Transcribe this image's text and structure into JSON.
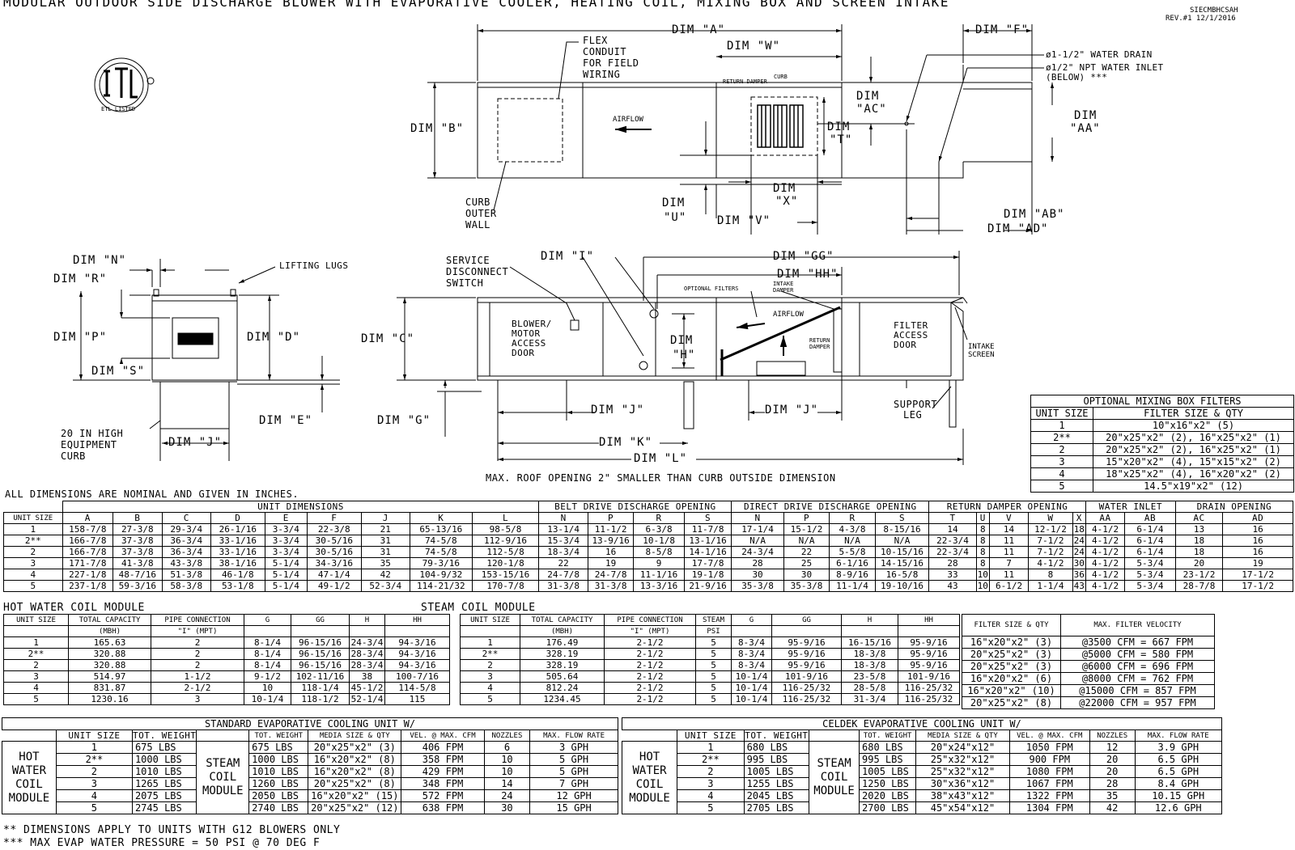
{
  "title": "MODULAR OUTDOOR SIDE DISCHARGE BLOWER WITH EVAPORATIVE COOLER, HEATING COIL, MIXING BOX AND SCREEN INTAKE",
  "doc_id": "SIECMBHCSAH",
  "revision": "REV.#1   12/1/2016",
  "logo_text": "ETL LISTED",
  "callouts": {
    "flex_conduit": [
      "FLEX",
      "CONDUIT",
      "FOR FIELD",
      "WIRING"
    ],
    "airflow": "AIRFLOW",
    "return_damper": "RETURN DAMPER",
    "curb": "CURB",
    "water_drain": "ø1-1/2\" WATER DRAIN",
    "water_inlet": [
      "ø1/2\" NPT WATER INLET",
      "(BELOW) ***"
    ],
    "curb_outer_wall": [
      "CURB",
      "OUTER",
      "WALL"
    ],
    "lifting_lugs": "LIFTING LUGS",
    "equipment_curb": [
      "20 IN HIGH",
      "EQUIPMENT",
      "CURB"
    ],
    "service_disconnect": [
      "SERVICE",
      "DISCONNECT",
      "SWITCH"
    ],
    "blower_door": [
      "BLOWER/",
      "MOTOR",
      "ACCESS",
      "DOOR"
    ],
    "optional_filters": "OPTIONAL FILTERS",
    "intake_damper": [
      "INTAKE",
      "DAMPER"
    ],
    "return_damper2": [
      "RETURN",
      "DAMPER"
    ],
    "filter_door": [
      "FILTER",
      "ACCESS",
      "DOOR"
    ],
    "intake_screen": [
      "INTAKE",
      "SCREEN"
    ],
    "support_leg": [
      "SUPPORT",
      "LEG"
    ],
    "roof_note": "MAX. ROOF OPENING 2\" SMALLER THAN CURB OUTSIDE DIMENSION"
  },
  "dims": {
    "A": "DIM \"A\"",
    "F": "DIM \"F\"",
    "W": "DIM \"W\"",
    "B": "DIM \"B\"",
    "AC": [
      "DIM",
      "\"AC\""
    ],
    "T": [
      "DIM",
      "\"T\""
    ],
    "AA": [
      "DIM",
      "\"AA\""
    ],
    "X": [
      "DIM",
      "\"X\""
    ],
    "U": [
      "DIM",
      "\"U\""
    ],
    "V": "DIM \"V\"",
    "AB": "DIM \"AB\"",
    "AD": "DIM \"AD\"",
    "N": "DIM \"N\"",
    "R": "DIM \"R\"",
    "P": "DIM \"P\"",
    "D": "DIM \"D\"",
    "S": "DIM \"S\"",
    "E": "DIM \"E\"",
    "J": "DIM \"J\"",
    "I": "DIM \"I\"",
    "GG": "DIM \"GG\"",
    "HH": "DIM \"HH\"",
    "C": "DIM \"C\"",
    "H": [
      "DIM",
      "\"H\""
    ],
    "G": "DIM \"G\"",
    "K": "DIM \"K\"",
    "L": "DIM \"L\""
  },
  "mixing_filters": {
    "title": "OPTIONAL MIXING BOX FILTERS",
    "headers": [
      "UNIT SIZE",
      "FILTER SIZE & QTY"
    ],
    "rows": [
      [
        "1",
        "10\"x16\"x2\" (5)"
      ],
      [
        "2**",
        "20\"x25\"x2\" (2), 16\"x25\"x2\" (1)"
      ],
      [
        "2",
        "20\"x25\"x2\" (2), 16\"x25\"x2\" (1)"
      ],
      [
        "3",
        "15\"x20\"x2\" (4), 15\"x15\"x2\" (2)"
      ],
      [
        "4",
        "18\"x25\"x2\" (4), 16\"x20\"x2\" (2)"
      ],
      [
        "5",
        "14.5\"x19\"x2\" (12)"
      ]
    ]
  },
  "dim_note": "ALL DIMENSIONS ARE NOMINAL AND GIVEN IN INCHES.",
  "dim_table": {
    "groups": [
      "UNIT DIMENSIONS",
      "BELT DRIVE DISCHARGE OPENING",
      "DIRECT DRIVE DISCHARGE OPENING",
      "RETURN DAMPER OPENING",
      "WATER INLET",
      "DRAIN OPENING"
    ],
    "headers": [
      "UNIT SIZE",
      "A",
      "B",
      "C",
      "D",
      "E",
      "F",
      "J",
      "K",
      "L",
      "N",
      "P",
      "R",
      "S",
      "N",
      "P",
      "R",
      "S",
      "T",
      "U",
      "V",
      "W",
      "X",
      "AA",
      "AB",
      "AC",
      "AD"
    ],
    "rows": [
      [
        "1",
        "158-7/8",
        "27-3/8",
        "29-3/4",
        "26-1/16",
        "3-3/4",
        "22-3/8",
        "21",
        "65-13/16",
        "98-5/8",
        "13-1/4",
        "11-1/2",
        "6-3/8",
        "11-7/8",
        "17-1/4",
        "15-1/2",
        "4-3/8",
        "8-15/16",
        "14",
        "8",
        "14",
        "12-1/2",
        "18",
        "4-1/2",
        "6-1/4",
        "13",
        "16"
      ],
      [
        "2**",
        "166-7/8",
        "37-3/8",
        "36-3/4",
        "33-1/16",
        "3-3/4",
        "30-5/16",
        "31",
        "74-5/8",
        "112-9/16",
        "15-3/4",
        "13-9/16",
        "10-1/8",
        "13-1/16",
        "N/A",
        "N/A",
        "N/A",
        "N/A",
        "22-3/4",
        "8",
        "11",
        "7-1/2",
        "24",
        "4-1/2",
        "6-1/4",
        "18",
        "16"
      ],
      [
        "2",
        "166-7/8",
        "37-3/8",
        "36-3/4",
        "33-1/16",
        "3-3/4",
        "30-5/16",
        "31",
        "74-5/8",
        "112-5/8",
        "18-3/4",
        "16",
        "8-5/8",
        "14-1/16",
        "24-3/4",
        "22",
        "5-5/8",
        "10-15/16",
        "22-3/4",
        "8",
        "11",
        "7-1/2",
        "24",
        "4-1/2",
        "6-1/4",
        "18",
        "16"
      ],
      [
        "3",
        "171-7/8",
        "41-3/8",
        "43-3/8",
        "38-1/16",
        "5-1/4",
        "34-3/16",
        "35",
        "79-3/16",
        "120-1/8",
        "22",
        "19",
        "9",
        "17-7/8",
        "28",
        "25",
        "6-1/16",
        "14-15/16",
        "28",
        "8",
        "7",
        "4-1/2",
        "30",
        "4-1/2",
        "5-3/4",
        "20",
        "19"
      ],
      [
        "4",
        "227-1/8",
        "48-7/16",
        "51-3/8",
        "46-1/8",
        "5-1/4",
        "47-1/4",
        "42",
        "104-9/32",
        "153-15/16",
        "24-7/8",
        "24-7/8",
        "11-1/16",
        "19-1/8",
        "30",
        "30",
        "8-9/16",
        "16-5/8",
        "33",
        "10",
        "11",
        "8",
        "36",
        "4-1/2",
        "5-3/4",
        "23-1/2",
        "17-1/2"
      ],
      [
        "5",
        "237-1/8",
        "59-3/16",
        "58-3/8",
        "53-1/8",
        "5-1/4",
        "49-1/2",
        "52-3/4",
        "114-21/32",
        "170-7/8",
        "31-3/8",
        "31-3/8",
        "13-3/16",
        "21-9/16",
        "35-3/8",
        "35-3/8",
        "11-1/4",
        "19-10/16",
        "43",
        "10",
        "6-1/2",
        "1-1/4",
        "43",
        "4-1/2",
        "5-3/4",
        "28-7/8",
        "17-1/2"
      ]
    ]
  },
  "hot_water": {
    "title": "HOT WATER COIL MODULE",
    "headers": [
      "UNIT SIZE",
      "TOTAL CAPACITY",
      "PIPE CONNECTION",
      "G",
      "GG",
      "H",
      "HH"
    ],
    "subheaders": [
      "",
      "(MBH)",
      "\"I\" (MPT)",
      "",
      "",
      "",
      ""
    ],
    "rows": [
      [
        "1",
        "165.63",
        "2",
        "8-1/4",
        "96-15/16",
        "24-3/4",
        "94-3/16"
      ],
      [
        "2**",
        "320.88",
        "2",
        "8-1/4",
        "96-15/16",
        "28-3/4",
        "94-3/16"
      ],
      [
        "2",
        "320.88",
        "2",
        "8-1/4",
        "96-15/16",
        "28-3/4",
        "94-3/16"
      ],
      [
        "3",
        "514.97",
        "1-1/2",
        "9-1/2",
        "102-11/16",
        "38",
        "100-7/16"
      ],
      [
        "4",
        "831.87",
        "2-1/2",
        "10",
        "118-1/4",
        "45-1/2",
        "114-5/8"
      ],
      [
        "5",
        "1230.16",
        "3",
        "10-1/4",
        "118-1/2",
        "52-1/4",
        "115"
      ]
    ]
  },
  "steam": {
    "title": "STEAM COIL MODULE",
    "headers": [
      "UNIT SIZE",
      "TOTAL CAPACITY",
      "PIPE CONNECTION",
      "STEAM",
      "G",
      "GG",
      "H",
      "HH"
    ],
    "subheaders": [
      "",
      "(MBH)",
      "\"I\" (MPT)",
      "PSI",
      "",
      "",
      "",
      ""
    ],
    "rows": [
      [
        "1",
        "176.49",
        "2-1/2",
        "5",
        "8-3/4",
        "95-9/16",
        "16-15/16",
        "95-9/16"
      ],
      [
        "2**",
        "328.19",
        "2-1/2",
        "5",
        "8-3/4",
        "95-9/16",
        "18-3/8",
        "95-9/16"
      ],
      [
        "2",
        "328.19",
        "2-1/2",
        "5",
        "8-3/4",
        "95-9/16",
        "18-3/8",
        "95-9/16"
      ],
      [
        "3",
        "505.64",
        "2-1/2",
        "5",
        "10-1/4",
        "101-9/16",
        "23-5/8",
        "101-9/16"
      ],
      [
        "4",
        "812.24",
        "2-1/2",
        "5",
        "10-1/4",
        "116-25/32",
        "28-5/8",
        "116-25/32"
      ],
      [
        "5",
        "1234.45",
        "2-1/2",
        "5",
        "10-1/4",
        "116-25/32",
        "31-3/4",
        "116-25/32"
      ]
    ]
  },
  "filter_velocity": {
    "headers": [
      "FILTER SIZE & QTY",
      "MAX. FILTER VELOCITY"
    ],
    "rows": [
      [
        "16\"x20\"x2\" (3)",
        "@3500 CFM = 667 FPM"
      ],
      [
        "20\"x25\"x2\" (3)",
        "@5000 CFM = 580 FPM"
      ],
      [
        "20\"x25\"x2\" (3)",
        "@6000 CFM = 696 FPM"
      ],
      [
        "16\"x20\"x2\" (6)",
        "@8000 CFM = 762 FPM"
      ],
      [
        "16\"x20\"x2\" (10)",
        "@15000 CFM = 857 FPM"
      ],
      [
        "20\"x25\"x2\" (8)",
        "@22000 CFM = 957 FPM"
      ]
    ]
  },
  "std_evap": {
    "title": "STANDARD EVAPORATIVE COOLING UNIT W/",
    "hot_label": [
      "HOT",
      "WATER",
      "COIL",
      "MODULE"
    ],
    "steam_label": [
      "STEAM",
      "COIL",
      "MODULE"
    ],
    "headers": [
      "UNIT SIZE",
      "TOT. WEIGHT",
      "TOT. WEIGHT",
      "MEDIA SIZE & QTY",
      "VEL. @ MAX. CFM",
      "NOZZLES",
      "MAX. FLOW RATE"
    ],
    "rows": [
      [
        "1",
        "675 LBS",
        "675 LBS",
        "20\"x25\"x2\" (3)",
        "406 FPM",
        "6",
        "3 GPH"
      ],
      [
        "2**",
        "1000 LBS",
        "1000 LBS",
        "16\"x20\"x2\" (8)",
        "358 FPM",
        "10",
        "5 GPH"
      ],
      [
        "2",
        "1010 LBS",
        "1010 LBS",
        "16\"x20\"x2\" (8)",
        "429 FPM",
        "10",
        "5 GPH"
      ],
      [
        "3",
        "1265 LBS",
        "1260 LBS",
        "20\"x25\"x2\" (8)",
        "348 FPM",
        "14",
        "7 GPH"
      ],
      [
        "4",
        "2075 LBS",
        "2050 LBS",
        "16\"x20\"x2\" (15)",
        "572 FPM",
        "24",
        "12 GPH"
      ],
      [
        "5",
        "2745 LBS",
        "2740 LBS",
        "20\"x25\"x2\" (12)",
        "638 FPM",
        "30",
        "15 GPH"
      ]
    ]
  },
  "celdek": {
    "title": "CELDEK EVAPORATIVE COOLING UNIT W/",
    "hot_label": [
      "HOT",
      "WATER",
      "COIL",
      "MODULE"
    ],
    "steam_label": [
      "STEAM",
      "COIL",
      "MODULE"
    ],
    "headers": [
      "UNIT SIZE",
      "TOT. WEIGHT",
      "TOT. WEIGHT",
      "MEDIA SIZE & QTY",
      "VEL. @ MAX. CFM",
      "NOZZLES",
      "MAX. FLOW RATE"
    ],
    "rows": [
      [
        "1",
        "680 LBS",
        "680 LBS",
        "20\"x24\"x12\"",
        "1050 FPM",
        "12",
        "3.9 GPH"
      ],
      [
        "2**",
        "995 LBS",
        "995 LBS",
        "25\"x32\"x12\"",
        "900 FPM",
        "20",
        "6.5 GPH"
      ],
      [
        "2",
        "1005 LBS",
        "1005 LBS",
        "25\"x32\"x12\"",
        "1080 FPM",
        "20",
        "6.5 GPH"
      ],
      [
        "3",
        "1255 LBS",
        "1250 LBS",
        "30\"x36\"x12\"",
        "1067 FPM",
        "28",
        "8.4 GPH"
      ],
      [
        "4",
        "2045 LBS",
        "2020 LBS",
        "38\"x43\"x12\"",
        "1322 FPM",
        "35",
        "10.15 GPH"
      ],
      [
        "5",
        "2705 LBS",
        "2700 LBS",
        "45\"x54\"x12\"",
        "1304 FPM",
        "42",
        "12.6 GPH"
      ]
    ]
  },
  "footnotes": [
    "** DIMENSIONS APPLY TO UNITS WITH G12 BLOWERS ONLY",
    "*** MAX EVAP WATER PRESSURE = 50 PSI @ 70 DEG F"
  ]
}
